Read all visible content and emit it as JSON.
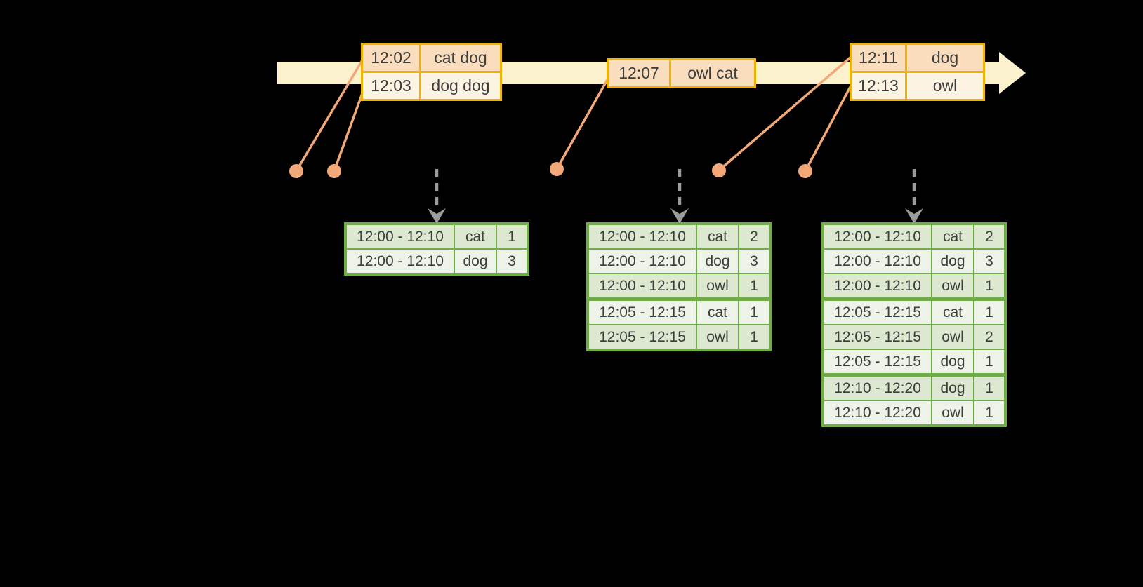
{
  "colors": {
    "background": "#000000",
    "timeline_band": "#fbf2cd",
    "event_table_border": "#f0b400",
    "event_row_peach": "#f9ddbd",
    "event_row_cream": "#fdf3e3",
    "connector_salmon": "#f2a878",
    "result_table_border": "#70ad47",
    "result_row_dark": "#dde8d1",
    "result_row_light": "#eef3e9",
    "trigger_arrow_gray": "#9b9b9b",
    "text": "#3d3d3d"
  },
  "event_tables": [
    {
      "rows": [
        {
          "time": "12:02",
          "words": "cat dog"
        },
        {
          "time": "12:03",
          "words": "dog dog"
        }
      ]
    },
    {
      "rows": [
        {
          "time": "12:07",
          "words": "owl cat"
        }
      ]
    },
    {
      "rows": [
        {
          "time": "12:11",
          "words": "dog"
        },
        {
          "time": "12:13",
          "words": "owl"
        }
      ]
    }
  ],
  "result_tables": [
    {
      "rows": [
        {
          "window": "12:00 - 12:10",
          "word": "cat",
          "count": "1"
        },
        {
          "window": "12:00 - 12:10",
          "word": "dog",
          "count": "3"
        }
      ]
    },
    {
      "rows": [
        {
          "window": "12:00 - 12:10",
          "word": "cat",
          "count": "2"
        },
        {
          "window": "12:00 - 12:10",
          "word": "dog",
          "count": "3"
        },
        {
          "window": "12:00 - 12:10",
          "word": "owl",
          "count": "1"
        },
        {
          "window": "12:05 - 12:15",
          "word": "cat",
          "count": "1"
        },
        {
          "window": "12:05 - 12:15",
          "word": "owl",
          "count": "1"
        }
      ]
    },
    {
      "rows": [
        {
          "window": "12:00 - 12:10",
          "word": "cat",
          "count": "2"
        },
        {
          "window": "12:00 - 12:10",
          "word": "dog",
          "count": "3"
        },
        {
          "window": "12:00 - 12:10",
          "word": "owl",
          "count": "1"
        },
        {
          "window": "12:05 - 12:15",
          "word": "cat",
          "count": "1"
        },
        {
          "window": "12:05 - 12:15",
          "word": "owl",
          "count": "2"
        },
        {
          "window": "12:05 - 12:15",
          "word": "dog",
          "count": "1"
        },
        {
          "window": "12:10 - 12:20",
          "word": "dog",
          "count": "1"
        },
        {
          "window": "12:10 - 12:20",
          "word": "owl",
          "count": "1"
        }
      ]
    }
  ]
}
